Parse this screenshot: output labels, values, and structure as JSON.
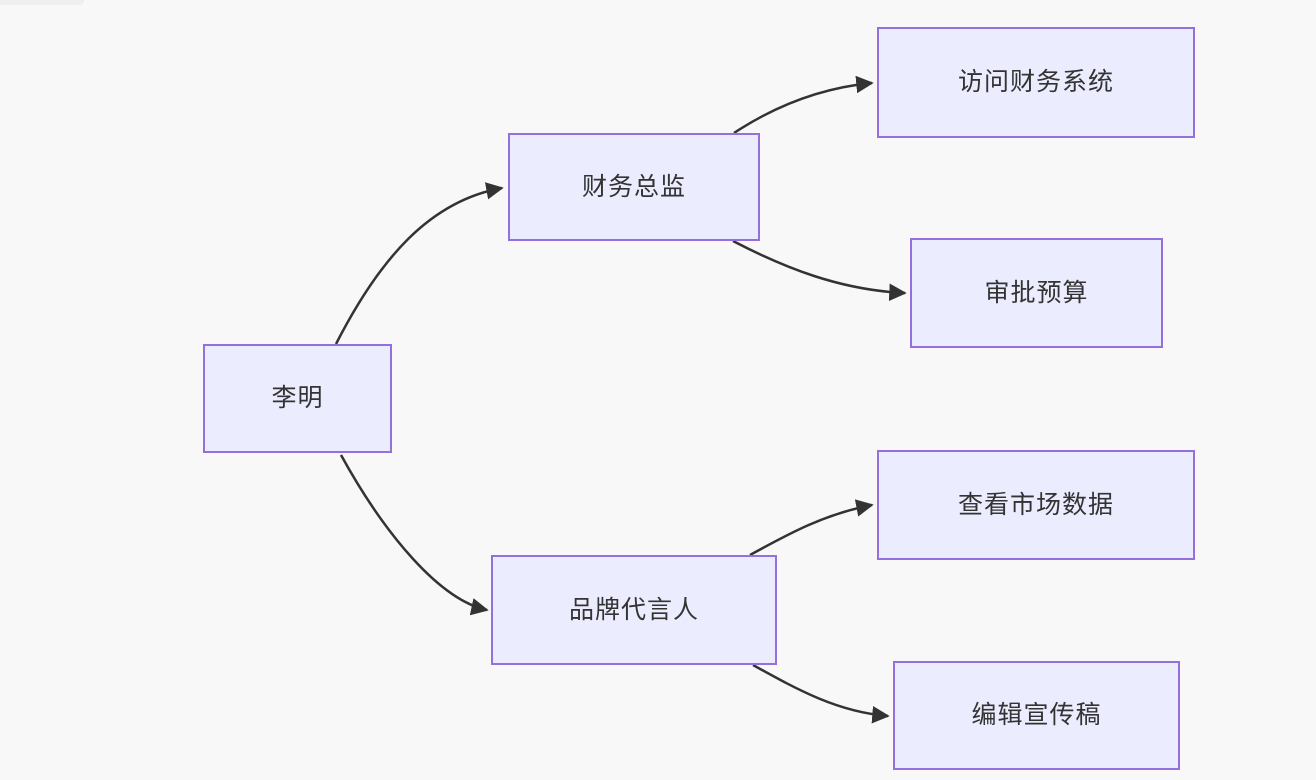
{
  "diagram": {
    "type": "flowchart-left-to-right",
    "colors": {
      "background": "#f9f8f9",
      "node_fill": "#ECECFF",
      "node_border": "#9370DB",
      "edge": "#333333",
      "text": "#333333"
    },
    "nodes": [
      {
        "id": "li-ming",
        "label": "李明"
      },
      {
        "id": "finance-director",
        "label": "财务总监"
      },
      {
        "id": "access-finance-system",
        "label": "访问财务系统"
      },
      {
        "id": "approve-budget",
        "label": "审批预算"
      },
      {
        "id": "brand-spokesperson",
        "label": "品牌代言人"
      },
      {
        "id": "view-market-data",
        "label": "查看市场数据"
      },
      {
        "id": "edit-promo-draft",
        "label": "编辑宣传稿"
      }
    ],
    "edges": [
      {
        "from": "李明",
        "to": "财务总监"
      },
      {
        "from": "李明",
        "to": "品牌代言人"
      },
      {
        "from": "财务总监",
        "to": "访问财务系统"
      },
      {
        "from": "财务总监",
        "to": "审批预算"
      },
      {
        "from": "品牌代言人",
        "to": "查看市场数据"
      },
      {
        "from": "品牌代言人",
        "to": "编辑宣传稿"
      }
    ]
  }
}
